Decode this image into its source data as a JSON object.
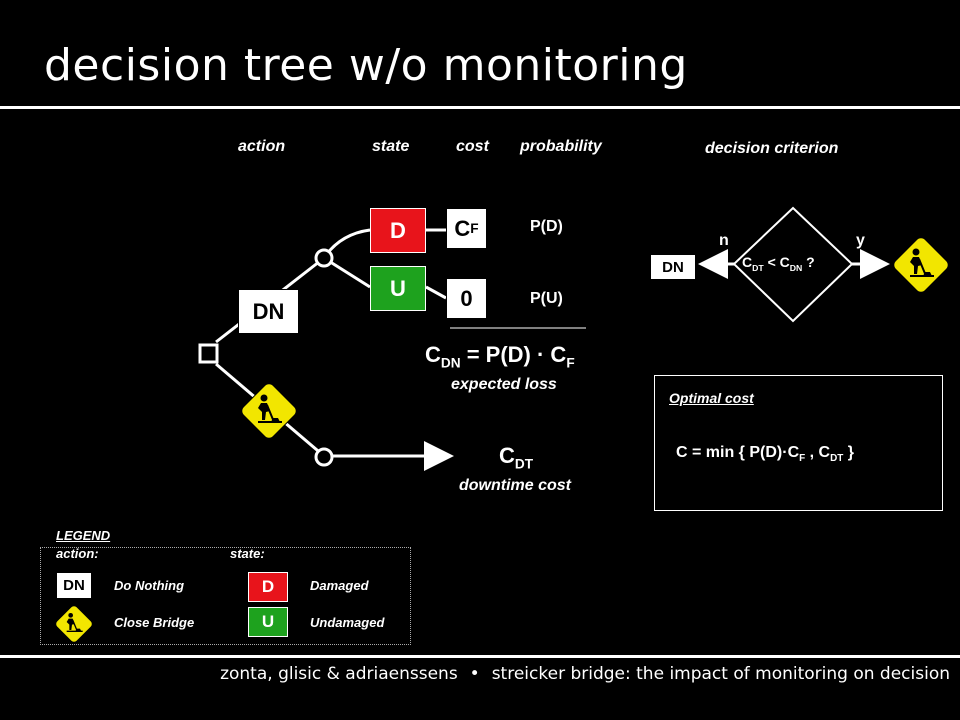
{
  "title": "decision tree w/o monitoring",
  "headers": {
    "action": "action",
    "state": "state",
    "cost": "cost",
    "probability": "probability"
  },
  "tree": {
    "dn_label": "DN",
    "state_d": "D",
    "state_u": "U",
    "cost_cf_main": "C",
    "cost_cf_sub": "F",
    "cost_zero": "0",
    "prob_d": "P(D)",
    "prob_u": "P(U)",
    "eq_dn_c": "C",
    "eq_dn_sub": "DN",
    "eq_dn_rhs": "= P(D) · C",
    "eq_dn_rhs_sub": "F",
    "expected_loss": "expected loss",
    "cdt_main": "C",
    "cdt_sub": "DT",
    "downtime_cost": "downtime cost"
  },
  "criterion": {
    "title": "decision criterion",
    "dn_label": "DN",
    "n": "n",
    "y": "y",
    "cond_c1": "C",
    "cond_sub1": "DT",
    "cond_mid": " < C",
    "cond_sub2": "DN",
    "cond_end": " ?"
  },
  "optimal": {
    "title": "Optimal cost",
    "formula_a": "C = min { P(D)·C",
    "formula_sub1": "F",
    "formula_b": " , C",
    "formula_sub2": "DT",
    "formula_c": " }"
  },
  "legend": {
    "title": "LEGEND",
    "action": "action:",
    "state": "state:",
    "dn_label": "DN",
    "do_nothing": "Do Nothing",
    "close_bridge": "Close Bridge",
    "d_label": "D",
    "u_label": "U",
    "damaged": "Damaged",
    "undamaged": "Undamaged"
  },
  "footer": {
    "authors": "zonta, glisic & adriaenssens",
    "bullet": "•",
    "subject": "streicker bridge: the impact of monitoring on decision"
  },
  "colors": {
    "damaged": "#e8141b",
    "undamaged": "#1ea21e",
    "sign": "#f2e600"
  }
}
